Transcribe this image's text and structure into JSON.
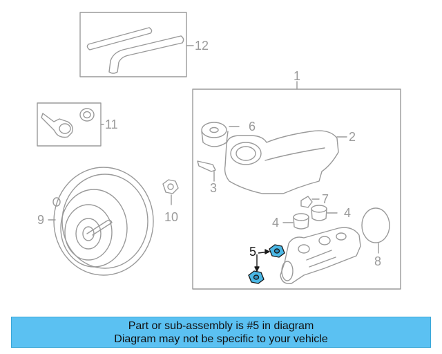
{
  "diagram": {
    "callouts": {
      "c1": "1",
      "c2": "2",
      "c3": "3",
      "c4a": "4",
      "c4b": "4",
      "c5": "5",
      "c6": "6",
      "c7": "7",
      "c8": "8",
      "c9": "9",
      "c10": "10",
      "c11": "11",
      "c12": "12"
    },
    "colors": {
      "line": "#9a9a9a",
      "highlight_part": "#4bb8e6",
      "banner": "#5bc1f2"
    },
    "highlighted_part": "5"
  },
  "banner": {
    "line1": "Part or sub-assembly is #5 in diagram",
    "line2": "Diagram may not be specific to your vehicle"
  }
}
